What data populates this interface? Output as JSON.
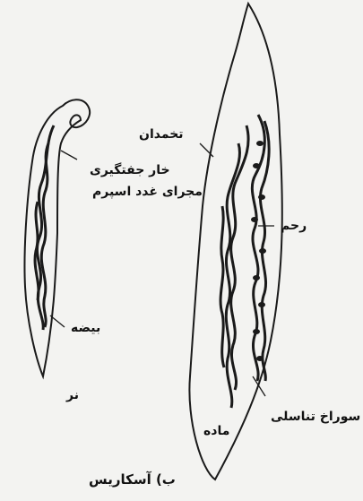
{
  "labels": {
    "mouth": "تخمدان",
    "spicule": "خار جفتگیری",
    "sperm_duct": "مجرای غدد اسپرم",
    "uterus": "رحم",
    "egg": "بیضه",
    "male": "نر",
    "genital_pore": "سوراخ تناسلی",
    "female": "ماده",
    "caption": "ب) آسکاریس"
  },
  "colors": {
    "ink": "#1a1a1a",
    "background": "#f3f3f1"
  }
}
